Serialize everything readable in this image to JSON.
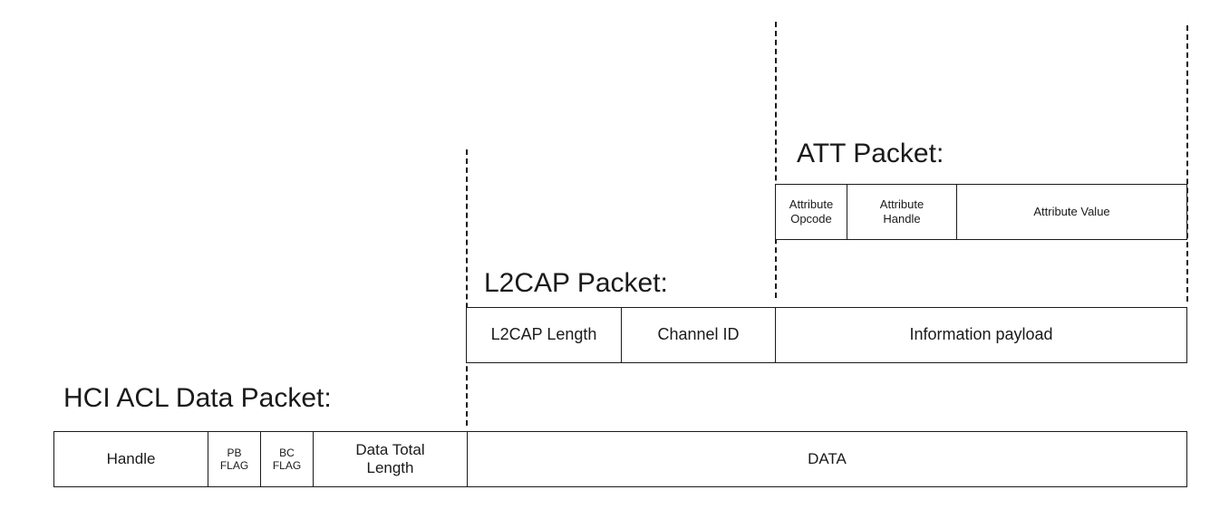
{
  "hci": {
    "title": "HCI ACL Data Packet:",
    "fields": {
      "handle": "Handle",
      "pb_flag": "PB\nFLAG",
      "bc_flag": "BC\nFLAG",
      "data_total_length": "Data Total\nLength",
      "data": "DATA"
    }
  },
  "l2cap": {
    "title": "L2CAP Packet:",
    "fields": {
      "length": "L2CAP Length",
      "channel_id": "Channel ID",
      "information_payload": "Information payload"
    }
  },
  "att": {
    "title": "ATT Packet:",
    "fields": {
      "opcode": "Attribute\nOpcode",
      "handle": "Attribute\nHandle",
      "value": "Attribute Value"
    }
  }
}
